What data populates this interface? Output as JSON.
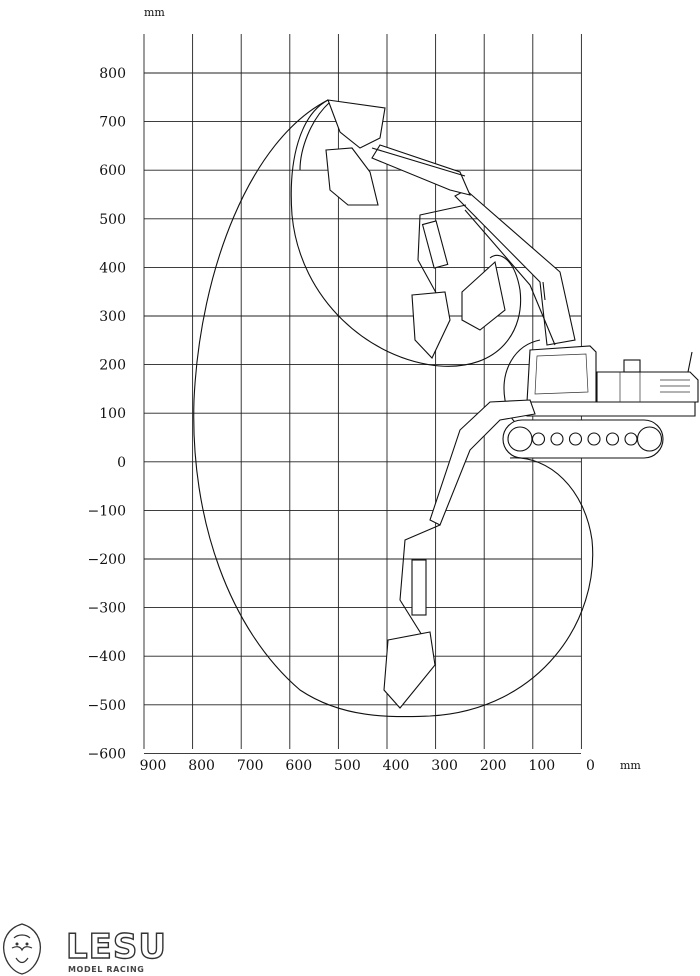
{
  "axes": {
    "y_unit": "mm",
    "x_unit": "mm",
    "y_ticks": [
      "800",
      "700",
      "600",
      "500",
      "400",
      "300",
      "200",
      "100",
      "0",
      "−100",
      "−200",
      "−300",
      "−400",
      "−500",
      "−600"
    ],
    "x_ticks": [
      "900",
      "800",
      "700",
      "600",
      "500",
      "400",
      "300",
      "200",
      "100",
      "0"
    ],
    "x_range": [
      0,
      900
    ],
    "y_range": [
      -600,
      800
    ],
    "grid": true
  },
  "illustration": {
    "subject": "excavator-reach-envelope",
    "icons": [
      "excavator-icon",
      "bucket-icon"
    ]
  },
  "brand": {
    "name": "LESU",
    "tagline": "MODEL RACING",
    "icon": "lion-head-icon"
  }
}
